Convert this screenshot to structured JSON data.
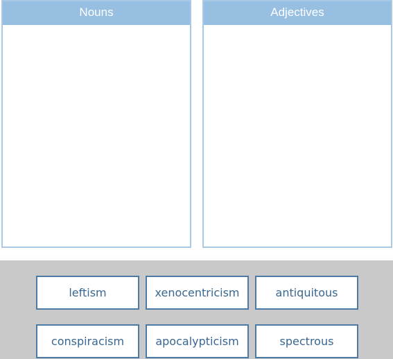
{
  "buckets": {
    "nouns": {
      "title": "Nouns"
    },
    "adjectives": {
      "title": "Adjectives"
    }
  },
  "tray": {
    "words": [
      "leftism",
      "xenocentricism",
      "antiquitous",
      "conspiracism",
      "apocalypticism",
      "spectrous"
    ]
  },
  "colors": {
    "header_bg": "#97bfe2",
    "bucket_border": "#a9c9e4",
    "tray_bg": "#c9c9c9",
    "chip_border": "#4a7aa5",
    "chip_text": "#3a6791"
  }
}
